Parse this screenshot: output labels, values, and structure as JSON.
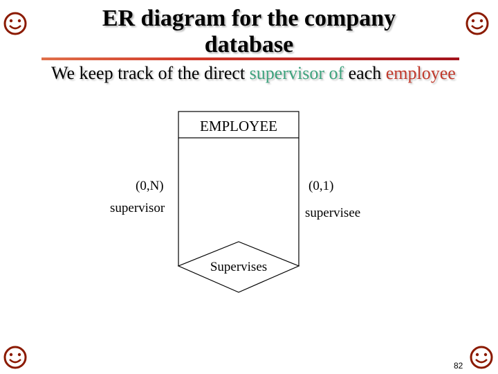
{
  "slide": {
    "title": "ER diagram for the company database",
    "intro": {
      "part1": "We keep track of the direct ",
      "highlight": "supervisor of",
      "part2": " each ",
      "highlight2": "employee"
    },
    "page_number": "82"
  },
  "diagram": {
    "entity": "EMPLOYEE",
    "relationship": "Supervises",
    "left_role": {
      "cardinality": "(0,N)",
      "name": "supervisor"
    },
    "right_role": {
      "cardinality": "(0,1)",
      "name": "supervisee"
    }
  },
  "icons": {
    "corner": "smiley-face-icon",
    "color": "#8b1a00"
  }
}
